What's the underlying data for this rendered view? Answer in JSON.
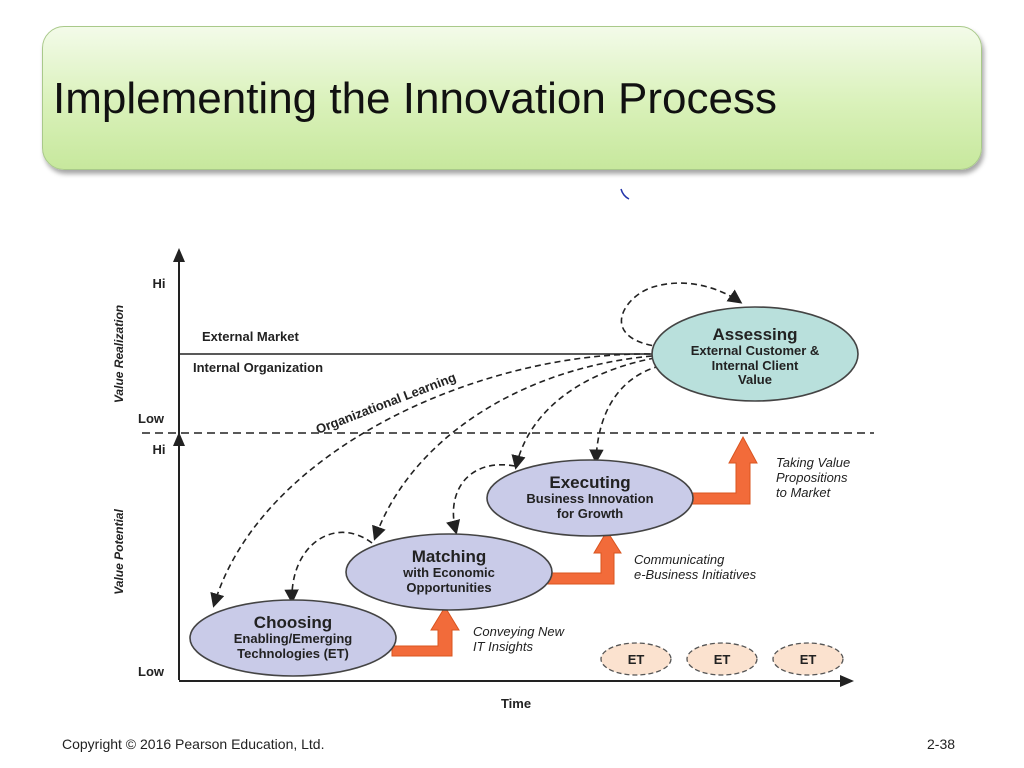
{
  "slide": {
    "title": "Implementing the Innovation Process",
    "copyright": "Copyright © 2016 Pearson Education, Ltd.",
    "page_number": "2-38"
  },
  "diagram": {
    "y_axis_top": {
      "label": "Value Realization",
      "hi": "Hi",
      "low": "Low"
    },
    "y_axis_bottom": {
      "label": "Value Potential",
      "hi": "Hi",
      "low": "Low"
    },
    "x_axis": {
      "label": "Time"
    },
    "bands": {
      "external": "External Market",
      "internal": "Internal Organization"
    },
    "curve_label": "Organizational Learning",
    "nodes": {
      "assessing": {
        "title": "Assessing",
        "lines": [
          "External Customer &",
          "Internal Client",
          "Value"
        ]
      },
      "executing": {
        "title": "Executing",
        "lines": [
          "Business Innovation",
          "for Growth"
        ]
      },
      "matching": {
        "title": "Matching",
        "lines": [
          "with Economic",
          "Opportunities"
        ]
      },
      "choosing": {
        "title": "Choosing",
        "lines": [
          "Enabling/Emerging",
          "Technologies (ET)"
        ]
      }
    },
    "step_labels": {
      "to_market": [
        "Taking Value",
        "Propositions",
        "to Market"
      ],
      "communicating": [
        "Communicating",
        "e-Business Initiatives"
      ],
      "conveying": [
        "Conveying New",
        "IT Insights"
      ]
    },
    "et_items": [
      "ET",
      "ET",
      "ET"
    ],
    "colors": {
      "node_fill": "#c9cbe8",
      "assess_fill": "#b9e0dc",
      "arrow": "#f26b3a",
      "et_fill": "#fbe2cf"
    }
  }
}
